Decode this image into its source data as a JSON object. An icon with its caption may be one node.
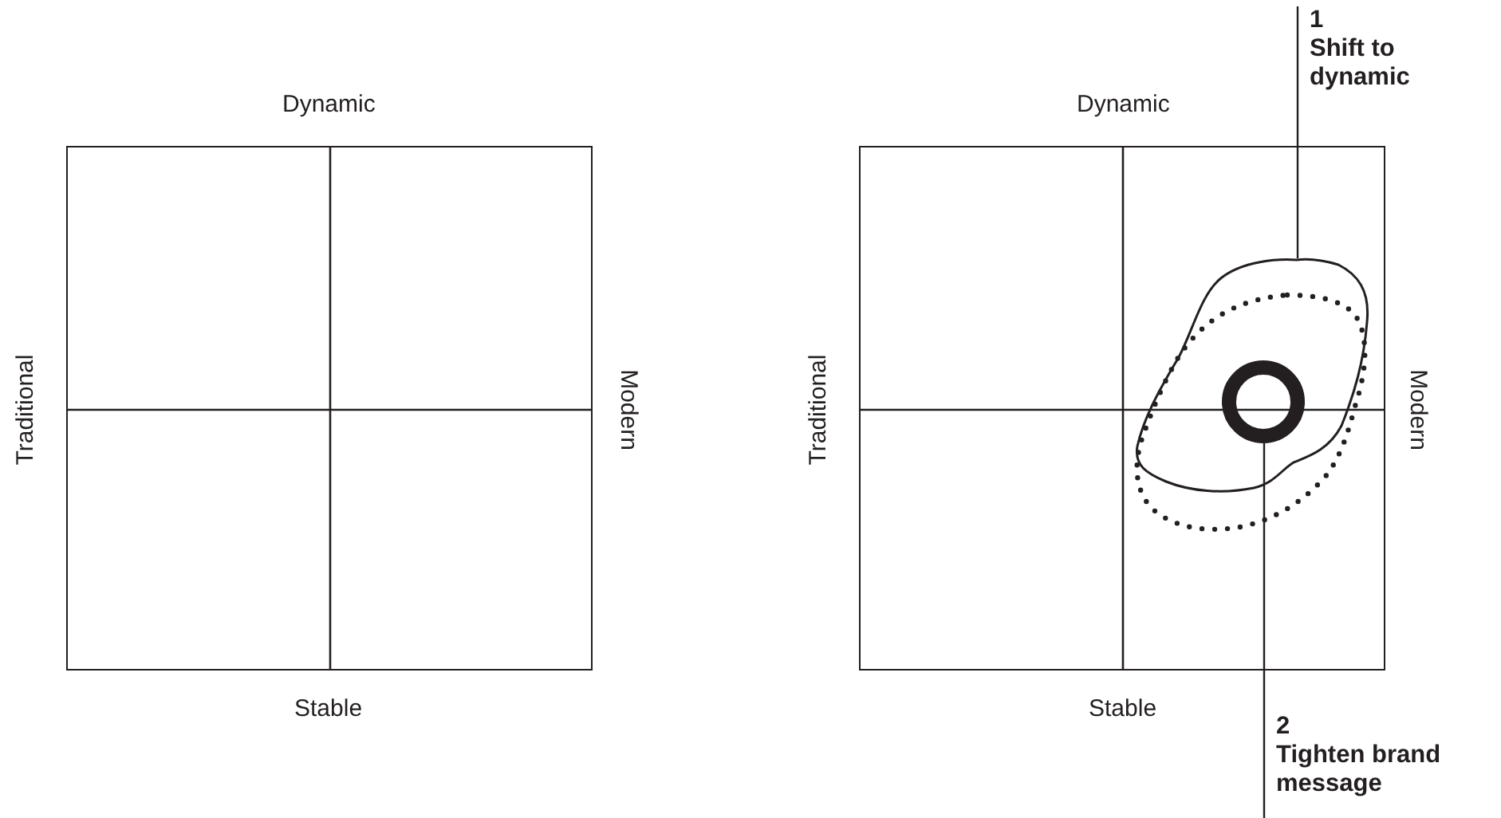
{
  "diagram": {
    "nodes": [
      {
        "text": [
          "1",
          "Shift to dynamic"
        ]
      },
      {
        "text": [],
        "shape": "blob"
      },
      {
        "text": [],
        "shape": "circle",
        "in": 1
      },
      {
        "text": [
          "2",
          "Tighten brand message"
        ]
      }
    ],
    "edges": [
      {
        "from": 0,
        "to": 1,
        "arrow": "none"
      },
      {
        "from": 3,
        "to": 2,
        "arrow": "none"
      }
    ],
    "labels": [
      "Dynamic",
      "Traditional",
      "Modern",
      "Stable",
      "Dynamic",
      "Traditional",
      "Modern",
      "Stable"
    ]
  }
}
